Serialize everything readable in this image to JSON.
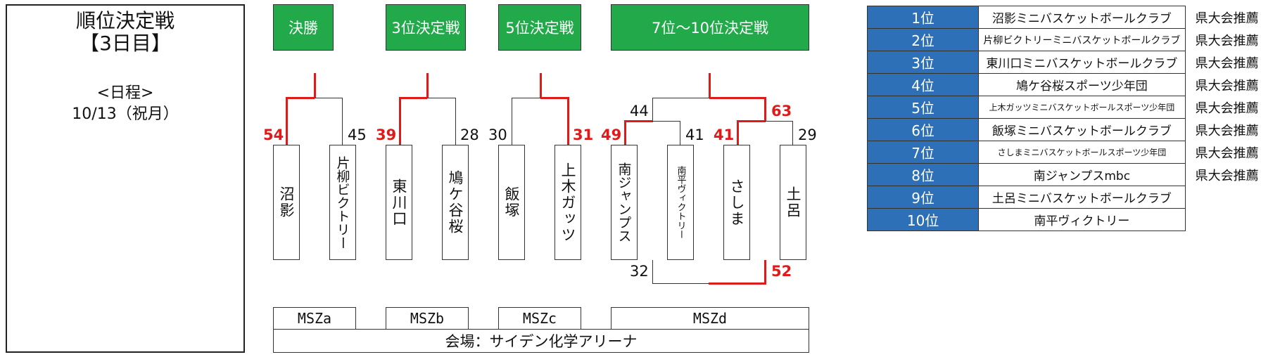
{
  "info": {
    "title": "順位決定戦",
    "subtitle": "【3日目】",
    "schedule_label": "<日程>",
    "date": "10/13（祝月）"
  },
  "brackets": [
    {
      "label": "決勝",
      "court": "MSZa",
      "left": {
        "name": "沼影",
        "score": "54",
        "win": true
      },
      "right": {
        "name": "片柳ビクトリー",
        "score": "45",
        "win": false
      }
    },
    {
      "label": "3位決定戦",
      "court": "MSZb",
      "left": {
        "name": "東川口",
        "score": "39",
        "win": true
      },
      "right": {
        "name": "鳩ケ谷桜",
        "score": "28",
        "win": false
      }
    },
    {
      "label": "5位決定戦",
      "court": "MSZc",
      "left": {
        "name": "飯塚",
        "score": "30",
        "win": false
      },
      "right": {
        "name": "上木ガッツ",
        "score": "31",
        "win": true
      }
    }
  ],
  "bracket_d": {
    "label": "7位～10位決定戦",
    "court": "MSZd",
    "teams": [
      {
        "name": "南ジャンプス",
        "score": "49",
        "win": true
      },
      {
        "name": "南平ヴィクトリー",
        "score": "41",
        "win": false
      },
      {
        "name": "さしま",
        "score": "41",
        "win": true
      },
      {
        "name": "土呂",
        "score": "29",
        "win": false
      }
    ],
    "semi_scores": {
      "left": "44",
      "right": "63"
    },
    "lower_scores": {
      "left": "32",
      "right": "52"
    }
  },
  "venue": "会場：サイデン化学アリーナ",
  "ranking": [
    {
      "pos": "1位",
      "team": "沼影ミニバスケットボールクラブ",
      "note": "県大会推薦"
    },
    {
      "pos": "2位",
      "team": "片柳ビクトリーミニバスケットボールクラブ",
      "note": "県大会推薦"
    },
    {
      "pos": "3位",
      "team": "東川口ミニバスケットボールクラブ",
      "note": "県大会推薦"
    },
    {
      "pos": "4位",
      "team": "鳩ケ谷桜スポーツ少年団",
      "note": "県大会推薦"
    },
    {
      "pos": "5位",
      "team": "上木ガッツミニバスケットボールスポーツ少年団",
      "note": "県大会推薦"
    },
    {
      "pos": "6位",
      "team": "飯塚ミニバスケットボールクラブ",
      "note": "県大会推薦"
    },
    {
      "pos": "7位",
      "team": "さしまミニバスケットボールスポーツ少年団",
      "note": "県大会推薦"
    },
    {
      "pos": "8位",
      "team": "南ジャンプスmbc",
      "note": "県大会推薦"
    },
    {
      "pos": "9位",
      "team": "土呂ミニバスケットボールクラブ",
      "note": ""
    },
    {
      "pos": "10位",
      "team": "南平ヴィクトリー",
      "note": ""
    }
  ],
  "colors": {
    "header_green": "#22a94a",
    "rank_blue": "#2e70b8",
    "winner_red": "#e01919"
  }
}
